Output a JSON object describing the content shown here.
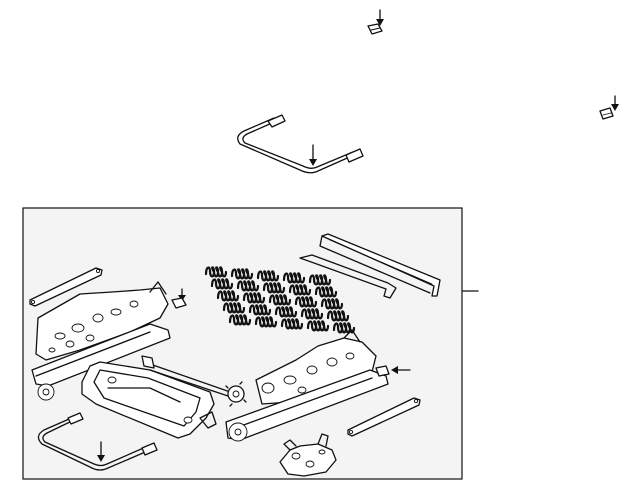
{
  "diagram": {
    "background": "#ffffff",
    "box_fill": "#f4f4f4",
    "line_color": "#111111",
    "parts": [
      {
        "name": "clip-top",
        "icon": "clip-with-arrow-icon"
      },
      {
        "name": "clip-right",
        "icon": "clip-with-arrow-icon"
      },
      {
        "name": "lift-rod",
        "icon": "bent-rod-icon"
      },
      {
        "name": "seat-adjuster-assembly",
        "icon": "seat-frame-icon"
      }
    ],
    "springs_count": 25
  }
}
